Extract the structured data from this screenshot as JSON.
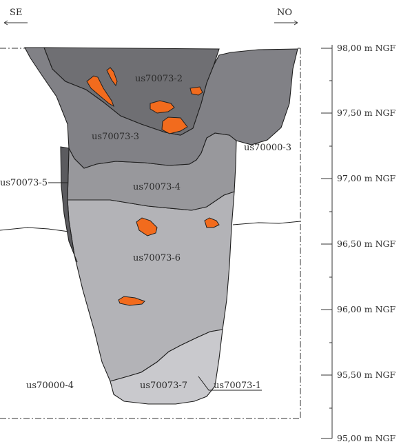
{
  "orientation": {
    "left": "SE",
    "right": "NO"
  },
  "units": [
    {
      "id": "us70073-2",
      "label": "us70073-2",
      "fill": "#6f6f73"
    },
    {
      "id": "us70073-3",
      "label": "us70073-3",
      "fill": "#818186"
    },
    {
      "id": "us70073-5",
      "label": "us70073-5",
      "fill": "#5b5b5f"
    },
    {
      "id": "us70073-4",
      "label": "us70073-4",
      "fill": "#98989c"
    },
    {
      "id": "us70073-6",
      "label": "us70073-6",
      "fill": "#b3b3b7"
    },
    {
      "id": "us70073-7",
      "label": "us70073-7",
      "fill": "#c9c9cd"
    },
    {
      "id": "us70073-1",
      "label": "us70073-1"
    },
    {
      "id": "us70000-3",
      "label": "us70000-3"
    },
    {
      "id": "us70000-4",
      "label": "us70000-4"
    }
  ],
  "inclusion_color": "#f26b1d",
  "scale": {
    "unit": "m NGF",
    "ticks": [
      {
        "value": "98,00",
        "label": "98,00 m NGF"
      },
      {
        "value": "97,50",
        "label": "97,50 m NGF"
      },
      {
        "value": "97,00",
        "label": "97,00 m NGF"
      },
      {
        "value": "96,50",
        "label": "96,50 m NGF"
      },
      {
        "value": "96,00",
        "label": "96,00 m NGF"
      },
      {
        "value": "95,50",
        "label": "95,50 m NGF"
      },
      {
        "value": "95,00",
        "label": "95,00 m NGF"
      }
    ]
  }
}
